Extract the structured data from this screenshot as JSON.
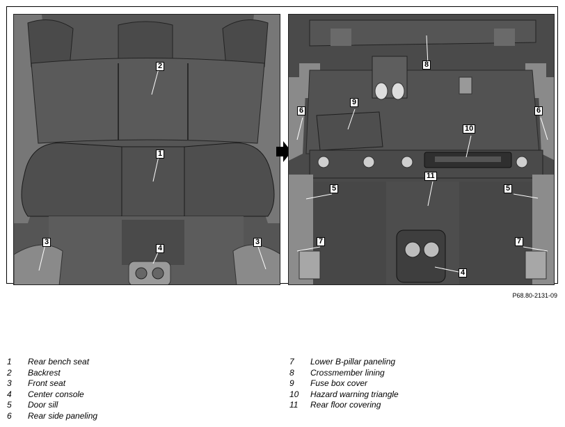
{
  "figure_code": "P68.80-2131-09",
  "callouts": {
    "left": [
      "2",
      "1",
      "4",
      "3",
      "3"
    ],
    "right": [
      "8",
      "9",
      "6",
      "6",
      "10",
      "11",
      "5",
      "5",
      "7",
      "7",
      "4"
    ]
  },
  "legend": [
    {
      "num": "1",
      "label": "Rear bench seat"
    },
    {
      "num": "2",
      "label": "Backrest"
    },
    {
      "num": "3",
      "label": "Front seat"
    },
    {
      "num": "4",
      "label": "Center console"
    },
    {
      "num": "5",
      "label": "Door sill"
    },
    {
      "num": "6",
      "label": "Rear side paneling"
    },
    {
      "num": "7",
      "label": "Lower B-pillar paneling"
    },
    {
      "num": "8",
      "label": "Crossmember lining"
    },
    {
      "num": "9",
      "label": "Fuse box cover"
    },
    {
      "num": "10",
      "label": "Hazard warning triangle"
    },
    {
      "num": "11",
      "label": "Rear floor covering"
    }
  ]
}
